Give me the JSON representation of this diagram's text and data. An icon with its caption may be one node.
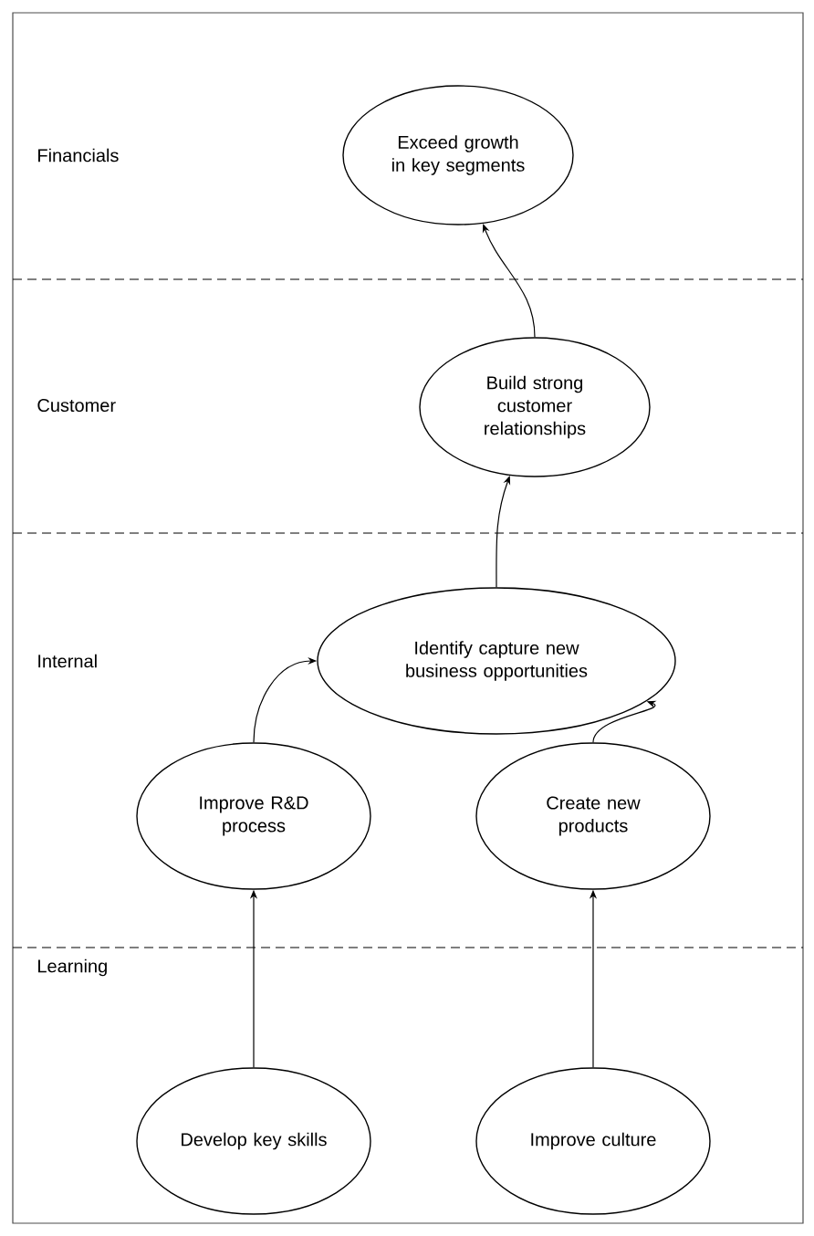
{
  "diagram": {
    "nodes": [
      {
        "text": [
          "Exceed growth in key segments"
        ]
      },
      {
        "text": [
          "Build strong customer relationships"
        ]
      },
      {
        "text": [
          "Identify capture new business opportunities"
        ]
      },
      {
        "text": [
          "Improve R&D process"
        ]
      },
      {
        "text": [
          "Create new products"
        ]
      },
      {
        "text": [
          "Develop key skills"
        ]
      },
      {
        "text": [
          "Improve culture"
        ]
      }
    ],
    "edges": [
      {
        "from": 1,
        "to": 0,
        "arrow": "to"
      },
      {
        "from": 2,
        "to": 1,
        "arrow": "to"
      },
      {
        "from": 3,
        "to": 2,
        "arrow": "to"
      },
      {
        "from": 4,
        "to": 2,
        "arrow": "to"
      },
      {
        "from": 5,
        "to": 3,
        "arrow": "to"
      },
      {
        "from": 6,
        "to": 4,
        "arrow": "to"
      }
    ],
    "labels": [
      "Financials",
      "Customer",
      "Internal",
      "Learning"
    ]
  }
}
